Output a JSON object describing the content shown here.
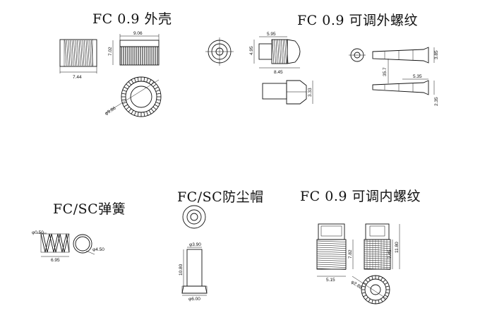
{
  "titles": {
    "fc_shell": "FC 0.9 外壳",
    "fc_ext_thread": "FC 0.9 可调外螺纹",
    "spring": "FC/SC弹簧",
    "dust_cap": "FC/SC防尘帽",
    "fc_int_thread": "FC 0.9 可调内螺纹"
  },
  "dims": {
    "shell": {
      "length": "7.44",
      "width": "9.06",
      "height": "7.02",
      "dia": "φ9.86"
    },
    "ext_thread": {
      "len": "5.95",
      "height": "4.95",
      "total": "8.45",
      "nut": "3.33",
      "boot_a": "3.85",
      "boot_b": "35.7",
      "boot_c": "5.35",
      "boot_d": "2.35"
    },
    "spring": {
      "wire": "φ0.50",
      "pitch": "6.95",
      "od": "φ4.50"
    },
    "dust_cap": {
      "top": "φ3.90",
      "len": "10.80",
      "bottom": "φ6.00"
    },
    "int_thread": {
      "width": "5.15",
      "h1": "7.82",
      "h2": "7.45",
      "h3": "11.80",
      "dia": "φ2.88"
    }
  }
}
